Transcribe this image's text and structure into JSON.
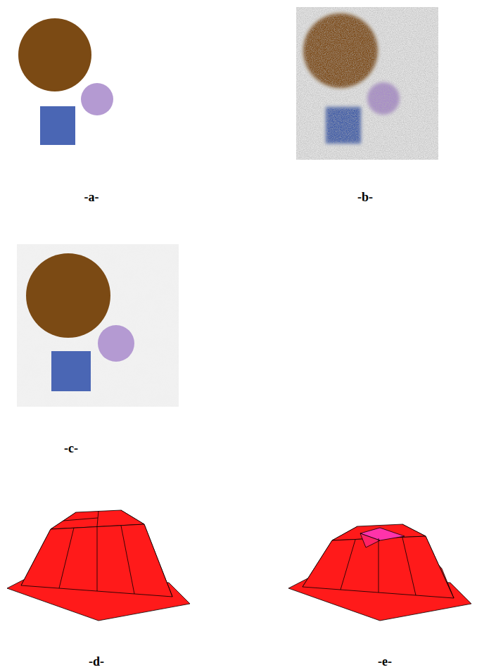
{
  "diagram": {
    "labels": [
      "-a-",
      "-b-",
      "-c-",
      "-d-",
      "-e-"
    ]
  }
}
